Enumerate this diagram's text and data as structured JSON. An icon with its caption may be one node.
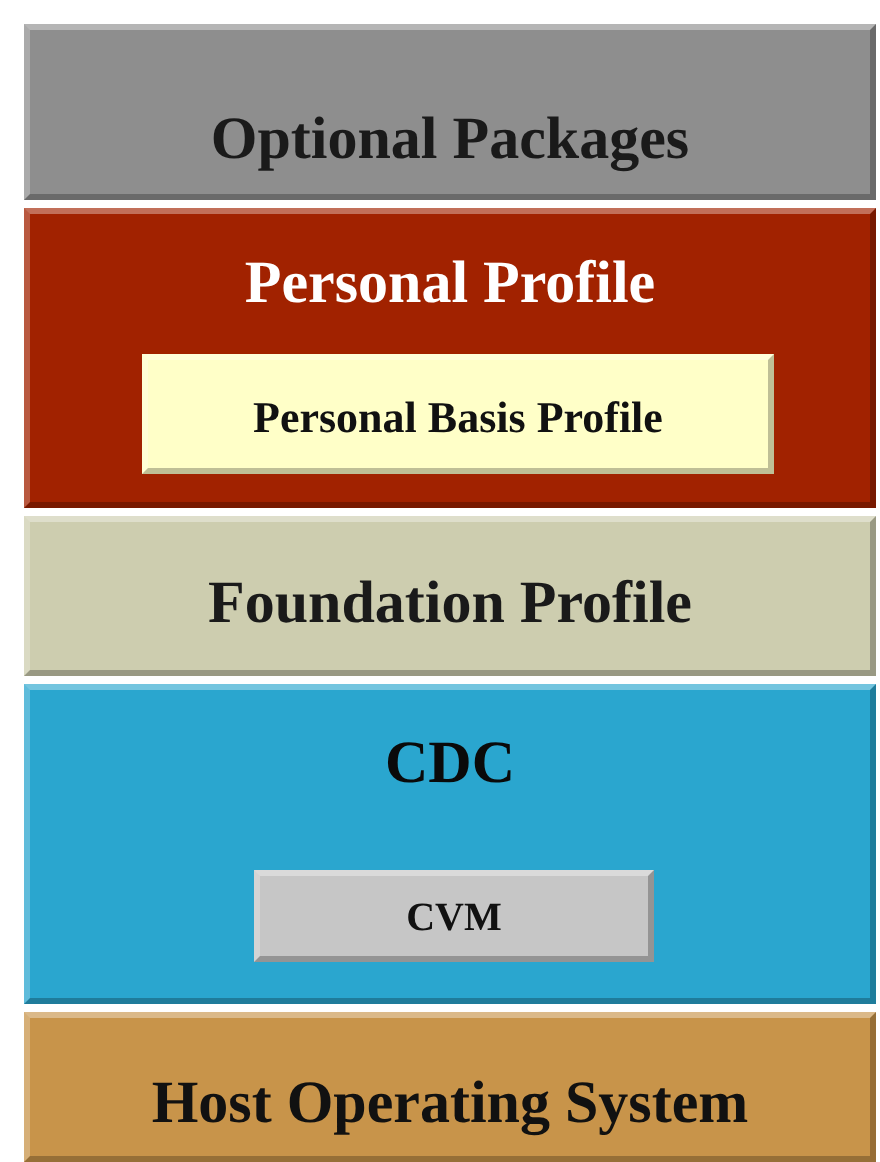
{
  "diagram": {
    "nodes": [
      {
        "text": [
          "Optional Packages"
        ]
      },
      {
        "text": [
          "Personal Profile"
        ]
      },
      {
        "text": [
          "Personal Basis Profile"
        ],
        "in": 1
      },
      {
        "text": [
          "Foundation Profile"
        ]
      },
      {
        "text": [
          "CDC"
        ]
      },
      {
        "text": [
          "CVM"
        ],
        "in": 4
      },
      {
        "text": [
          "Host Operating System"
        ]
      }
    ]
  }
}
